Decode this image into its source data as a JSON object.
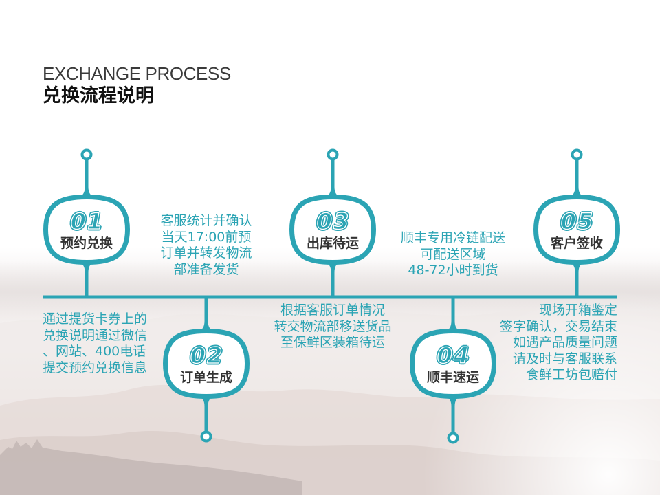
{
  "header": {
    "title_en": "EXCHANGE PROCESS",
    "title_zh": "兑换流程说明"
  },
  "steps": [
    {
      "number": "01",
      "label": "预约兑换",
      "description": [
        "通过提货卡券上的",
        "兑换说明通过微信",
        "、网站、400电话",
        "提交预约兑换信息"
      ]
    },
    {
      "number": "02",
      "label": "订单生成",
      "description": [
        "客服统计并确认",
        "当天17:00前预",
        "订单并转发物流",
        "部准备发货"
      ]
    },
    {
      "number": "03",
      "label": "出库待运",
      "description": [
        "根据客服订单情况",
        "转交物流部移送货品",
        "至保鲜区装箱待运"
      ]
    },
    {
      "number": "04",
      "label": "顺丰速运",
      "description": [
        "顺丰专用冷链配送",
        "可配送区域",
        "48-72小时到货"
      ]
    },
    {
      "number": "05",
      "label": "客户签收",
      "description": [
        "现场开箱鉴定",
        "签字确认，交易结束",
        "如遇产品质量问题",
        "请及时与客服联系",
        "食鲜工坊包赔付"
      ]
    }
  ],
  "colors": {
    "accent": "#2ba4b4",
    "label_text": "#333333",
    "title_text": "#3a3a3a"
  }
}
